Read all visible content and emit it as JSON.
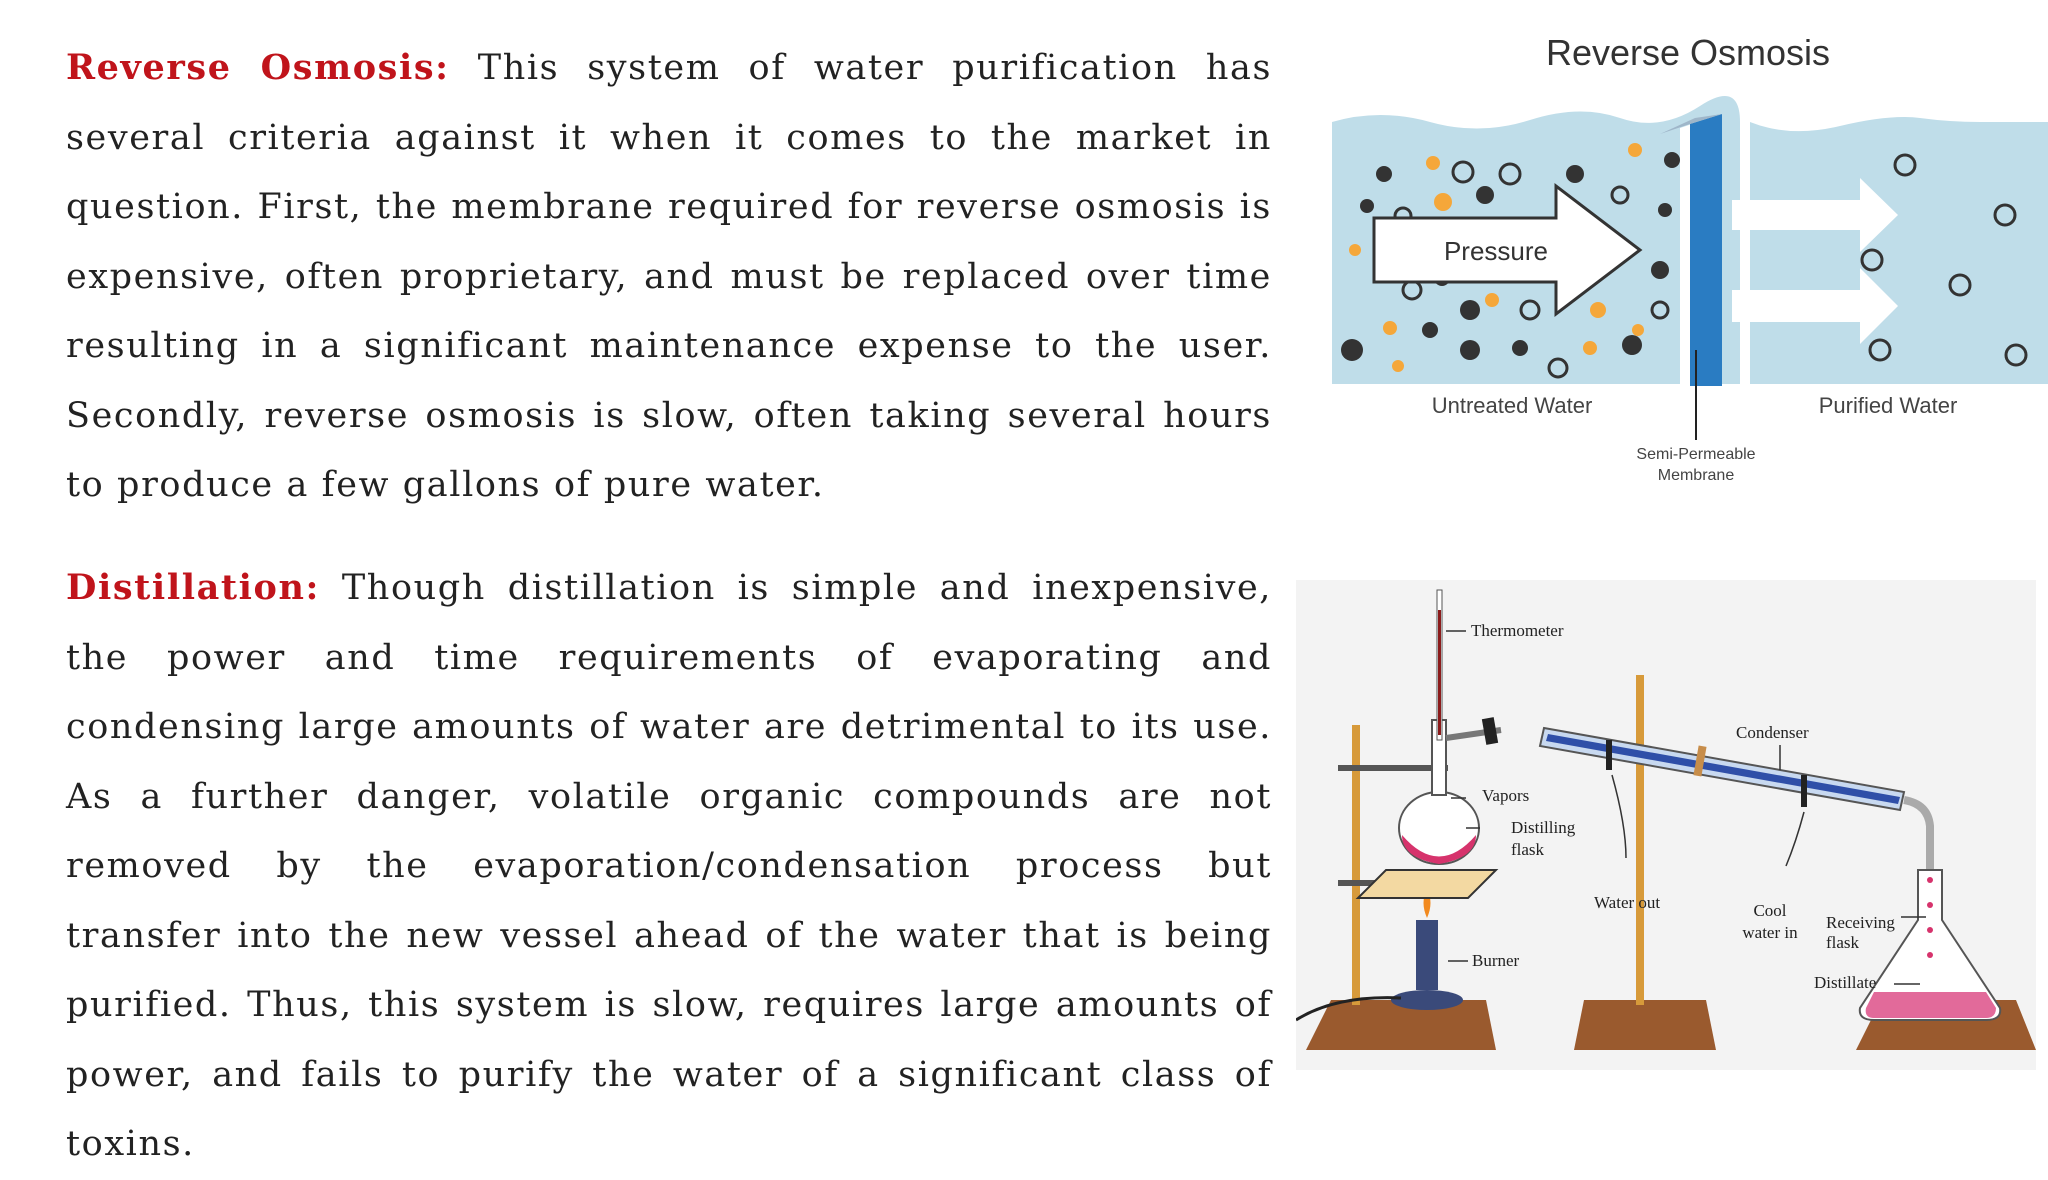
{
  "reverse_osmosis": {
    "heading": "Reverse Osmosis:",
    "body": "This system of water purification has several criteria against it when it comes to the market in question. First, the membrane required for reverse osmosis is expensive, often proprietary, and must be replaced over time resulting in a significant maintenance expense to the user. Secondly, reverse osmosis is slow, often taking several hours to produce a few gallons of pure water."
  },
  "distillation": {
    "heading": "Distillation:",
    "body": "Though distillation is simple and inexpensive, the power and time requirements of evaporating and condensing large amounts of water are detrimental to its use. As a further danger, volatile organic compounds are not removed by the evaporation/condensation process but transfer into the new vessel ahead of the water that is being purified. Thus, this system is slow, requires large amounts of power, and fails to purify the water of a significant class of toxins."
  },
  "ro_diagram": {
    "title": "Reverse Osmosis",
    "pressure_label": "Pressure",
    "untreated_label": "Untreated Water",
    "purified_label": "Purified Water",
    "membrane_label_1": "Semi-Permeable",
    "membrane_label_2": "Membrane"
  },
  "distillation_diagram": {
    "thermometer": "Thermometer",
    "condenser": "Condenser",
    "vapors": "Vapors",
    "distilling_1": "Distilling",
    "distilling_2": "flask",
    "water_out": "Water out",
    "cool_1": "Cool",
    "cool_2": "water in",
    "receiving_1": "Receiving",
    "receiving_2": "flask",
    "distillate": "Distillate",
    "burner": "Burner"
  },
  "colors": {
    "heading_red": "#c0141b",
    "text": "#222222",
    "water_blue": "#bfdde9",
    "membrane_blue": "#2a7cc2",
    "condenser_blue": "#2f4fa8",
    "liquid_pink": "#d6336c",
    "wood": "#9a5a2e",
    "rod": "#d79a3a"
  }
}
